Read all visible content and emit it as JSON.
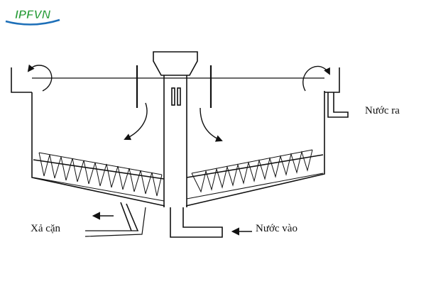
{
  "logo": {
    "text": "IPFVN",
    "color": "#2a9d3a",
    "accent": "#1d6fb8"
  },
  "labels": {
    "outlet": "Nước ra",
    "sludge": "Xả cặn",
    "inlet": "Nước vào"
  },
  "icons": {
    "recirculation_arrows": "curved-arrow-icon",
    "flow_arrows": "arrow-left-icon"
  },
  "colors": {
    "line": "#111111",
    "background": "#ffffff"
  }
}
